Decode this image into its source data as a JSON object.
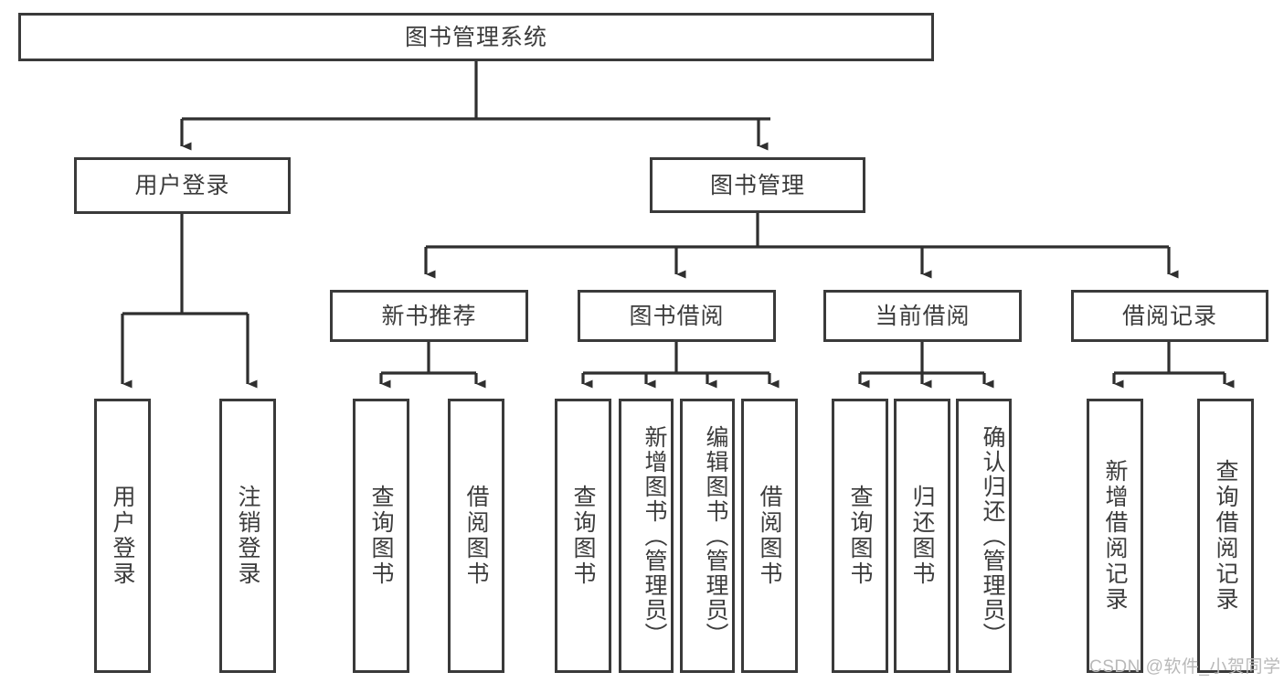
{
  "diagram": {
    "type": "tree-hierarchy-chart",
    "title": "图书管理系统",
    "root": {
      "label": "图书管理系统"
    },
    "level2": [
      {
        "id": "user-login",
        "label": "用户登录"
      },
      {
        "id": "book-manage",
        "label": "图书管理"
      }
    ],
    "level3": [
      {
        "id": "new-book-recommend",
        "label": "新书推荐",
        "parent": "book-manage"
      },
      {
        "id": "book-borrow",
        "label": "图书借阅",
        "parent": "book-manage"
      },
      {
        "id": "current-borrow",
        "label": "当前借阅",
        "parent": "book-manage"
      },
      {
        "id": "borrow-record",
        "label": "借阅记录",
        "parent": "book-manage"
      }
    ],
    "leaves": [
      {
        "id": "leaf-user-login",
        "label": "用户登录",
        "parent": "user-login"
      },
      {
        "id": "leaf-user-logout",
        "label": "注销登录",
        "parent": "user-login"
      },
      {
        "id": "leaf-query-book-1",
        "label": "查询图书",
        "parent": "new-book-recommend"
      },
      {
        "id": "leaf-borrow-book-1",
        "label": "借阅图书",
        "parent": "new-book-recommend"
      },
      {
        "id": "leaf-query-book-2",
        "label": "查询图书",
        "parent": "book-borrow"
      },
      {
        "id": "leaf-add-book",
        "label": "新增图书（管理员）",
        "parent": "book-borrow"
      },
      {
        "id": "leaf-edit-book",
        "label": "编辑图书（管理员）",
        "parent": "book-borrow"
      },
      {
        "id": "leaf-borrow-book-2",
        "label": "借阅图书",
        "parent": "book-borrow"
      },
      {
        "id": "leaf-query-book-3",
        "label": "查询图书",
        "parent": "current-borrow"
      },
      {
        "id": "leaf-return-book",
        "label": "归还图书",
        "parent": "current-borrow"
      },
      {
        "id": "leaf-confirm-return",
        "label": "确认归还（管理员）",
        "parent": "current-borrow"
      },
      {
        "id": "leaf-add-record",
        "label": "新增借阅记录",
        "parent": "borrow-record"
      },
      {
        "id": "leaf-query-record",
        "label": "查询借阅记录",
        "parent": "borrow-record"
      }
    ],
    "colors": {
      "border": "#3a3a3a",
      "text": "#3c3c3c",
      "background": "#ffffff",
      "watermark": "#b9b9b9"
    }
  },
  "watermark": {
    "text": "CSDN @软件_小贺同学"
  }
}
